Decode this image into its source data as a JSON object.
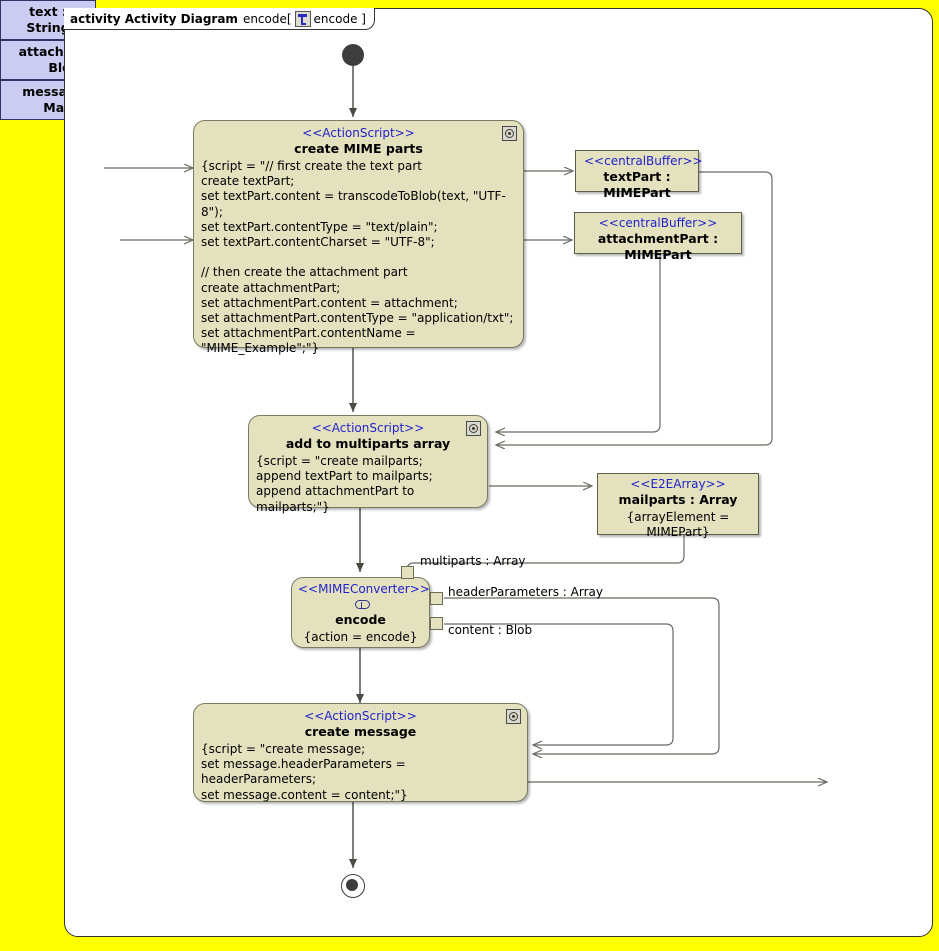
{
  "frame": {
    "tab_keyword": "activity Activity Diagram",
    "tab_name": "encode[",
    "tab_icon": "activity-diagram-icon",
    "tab_suffix": "encode ]",
    "background_color": "#ffff00",
    "frame_color": "#ffffff"
  },
  "colors": {
    "node_fill": "#e4e1bf",
    "node_border": "#7a7a62",
    "stereotype_text": "#2222cc",
    "param_fill": "#ccccf2",
    "param_border": "#333366",
    "edge": "#4a4a42",
    "canvas": "#ffff00"
  },
  "nodes": {
    "initial": {
      "name": "initial-node"
    },
    "final": {
      "name": "activity-final-node"
    },
    "create_mime_parts": {
      "stereotype": "<<ActionScript>>",
      "name": "create MIME parts",
      "body": "{script = \"// first create the text part\ncreate textPart;\nset textPart.content = transcodeToBlob(text, \"UTF-8\");\nset textPart.contentType = \"text/plain\";\nset textPart.contentCharset = \"UTF-8\";\n\n// then create the attachment part\ncreate attachmentPart;\nset attachmentPart.content = attachment;\nset attachmentPart.contentType = \"application/txt\";\nset attachmentPart.contentName = \"MIME_Example\";\"}"
    },
    "add_to_multiparts": {
      "stereotype": "<<ActionScript>>",
      "name": "add to multiparts array",
      "body": "{script = \"create mailparts;\nappend textPart to mailparts;\nappend attachmentPart to mailparts;\"}"
    },
    "encode": {
      "stereotype": "<<MIMEConverter>>",
      "name": "encode",
      "body": "{action = encode}"
    },
    "create_message": {
      "stereotype": "<<ActionScript>>",
      "name": "create message",
      "body": "{script = \"create message;\nset message.headerParameters = headerParameters;\nset message.content = content;\"}"
    },
    "text_part_buffer": {
      "stereotype": "<<centralBuffer>>",
      "name": "textPart : MIMEPart"
    },
    "attachment_part_buffer": {
      "stereotype": "<<centralBuffer>>",
      "name": "attachmentPart : MIMEPart"
    },
    "mailparts_array": {
      "stereotype": "<<E2EArray>>",
      "name": "mailparts : Array",
      "body": "{arrayElement = MIMEPart}"
    }
  },
  "parameters": {
    "text_input": "text : String",
    "attachment_input": "attachment : Blob",
    "message_output": "message : Mail"
  },
  "pins": {
    "multiparts": "multiparts : Array",
    "header_parameters": "headerParameters : Array",
    "content": "content : Blob"
  }
}
